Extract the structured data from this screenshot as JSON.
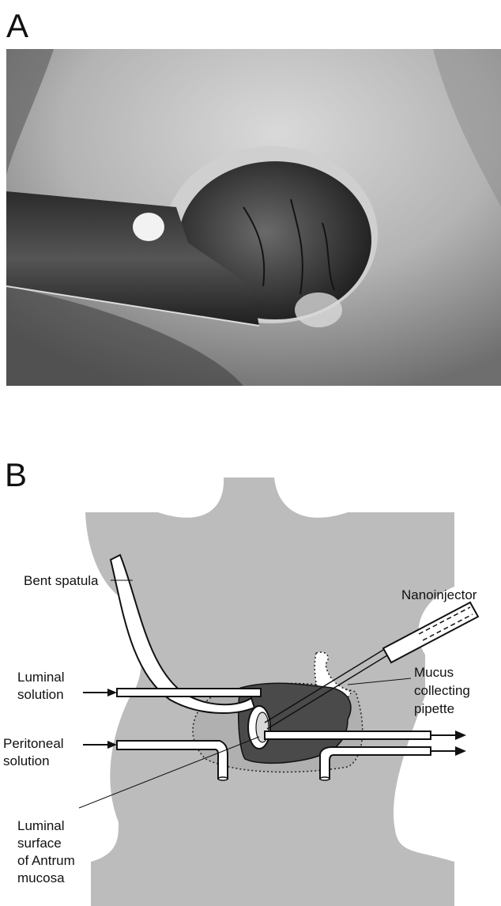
{
  "panels": [
    {
      "letter": "A"
    },
    {
      "letter": "B"
    }
  ],
  "labels": {
    "bent_spatula": "Bent spatula",
    "nanoinjector": "Nanoinjector",
    "mucus": [
      "Mucus",
      "collecting",
      "pipette"
    ],
    "luminal_solution": [
      "Luminal",
      "solution"
    ],
    "peritoneal_solution": [
      "Peritoneal",
      "solution"
    ],
    "luminal_surface": [
      "Luminal",
      "surface",
      "of Antrum",
      "mucosa"
    ]
  },
  "colors": {
    "body_gray": "#bcbcbc",
    "antrum_dark": "#4a4a4a",
    "line": "#111111"
  }
}
